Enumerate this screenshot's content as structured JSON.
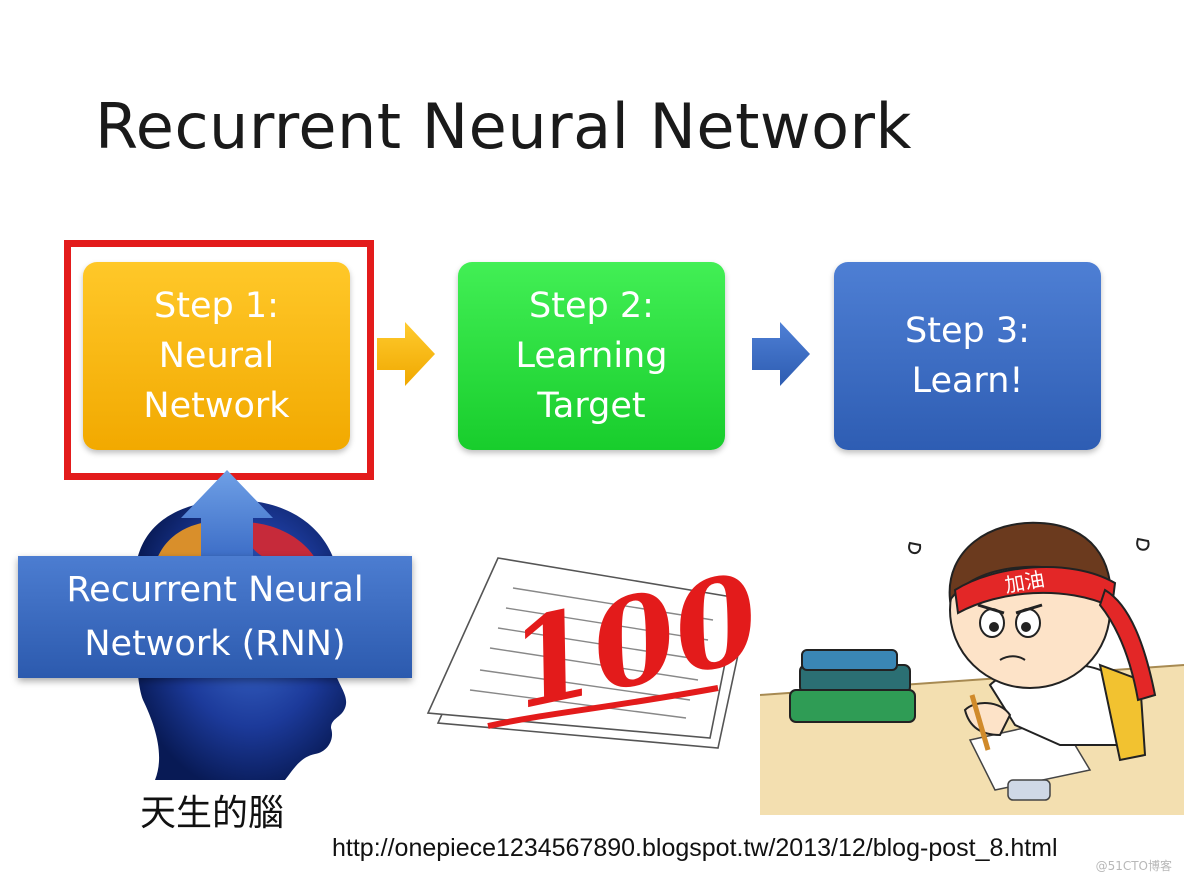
{
  "slide": {
    "title": "Recurrent Neural Network",
    "steps": [
      {
        "lines": [
          "Step 1:",
          "Neural",
          "Network"
        ],
        "color": "#f7b81a",
        "highlighted": true
      },
      {
        "lines": [
          "Step 2:",
          "Learning",
          "Target"
        ],
        "color": "#2bde3f"
      },
      {
        "lines": [
          "Step 3:",
          "Learn!"
        ],
        "color": "#3a6bc3"
      }
    ],
    "highlight_color": "#e31b1b",
    "rnn_box": {
      "line1": "Recurrent Neural",
      "line2": "Network (RNN)"
    },
    "brain_caption": "天生的腦",
    "paper_text": "100",
    "headband_text": "加油",
    "url": "http://onepiece1234567890.blogspot.tw/2013/12/blog-post_8.html",
    "watermark": "@51CTO博客"
  }
}
